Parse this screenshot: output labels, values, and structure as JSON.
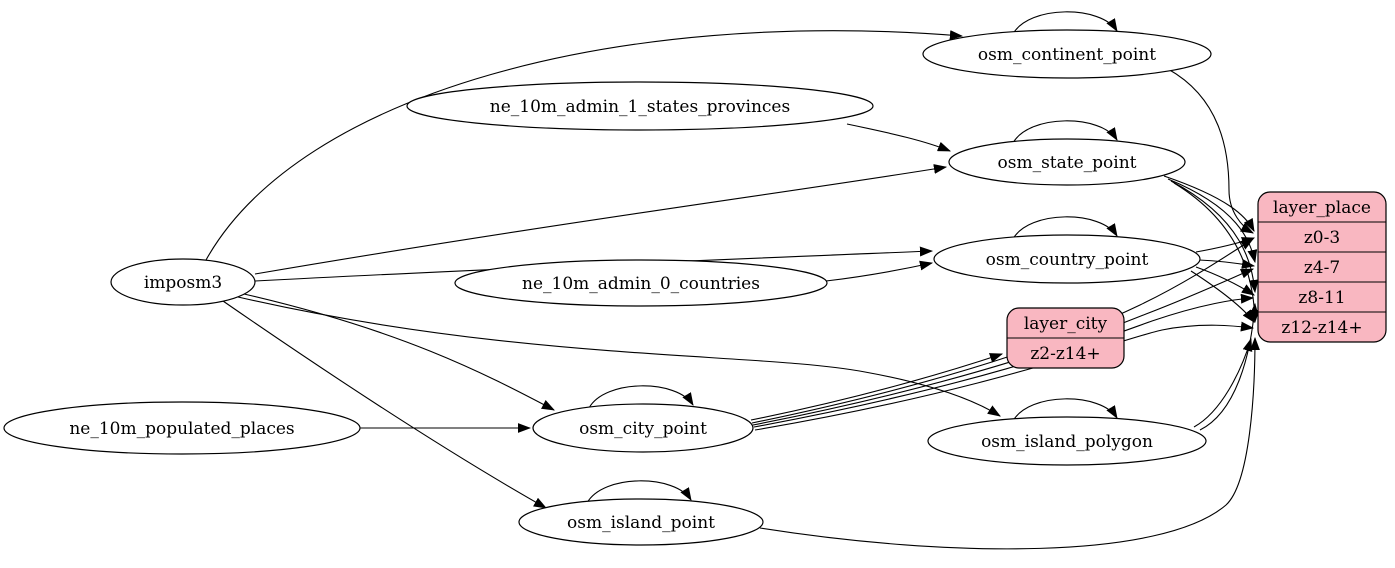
{
  "diagram": {
    "description": "ETL graph: imposm3 and Natural Earth sources feed OSM place tables which feed map layers",
    "colors": {
      "background": "#ffffff",
      "edge": "#000000",
      "table_fill": "#ffffff",
      "layer_fill": "#f9b7c1",
      "outline": "#000000",
      "text": "#000000"
    },
    "nodes": [
      {
        "id": "imposm3",
        "type": "source-table",
        "label": "imposm3"
      },
      {
        "id": "ne_10m_admin_1_states_provinces",
        "type": "source-table",
        "label": "ne_10m_admin_1_states_provinces"
      },
      {
        "id": "ne_10m_admin_0_countries",
        "type": "source-table",
        "label": "ne_10m_admin_0_countries"
      },
      {
        "id": "ne_10m_populated_places",
        "type": "source-table",
        "label": "ne_10m_populated_places"
      },
      {
        "id": "osm_continent_point",
        "type": "table",
        "label": "osm_continent_point"
      },
      {
        "id": "osm_state_point",
        "type": "table",
        "label": "osm_state_point"
      },
      {
        "id": "osm_country_point",
        "type": "table",
        "label": "osm_country_point"
      },
      {
        "id": "osm_city_point",
        "type": "table",
        "label": "osm_city_point"
      },
      {
        "id": "osm_island_polygon",
        "type": "table",
        "label": "osm_island_polygon"
      },
      {
        "id": "osm_island_point",
        "type": "table",
        "label": "osm_island_point"
      },
      {
        "id": "layer_place",
        "type": "layer-record",
        "label": "layer_place",
        "rows": [
          "z0-3",
          "z4-7",
          "z8-11",
          "z12-z14+"
        ]
      },
      {
        "id": "layer_city",
        "type": "layer-record",
        "label": "layer_city",
        "rows": [
          "z2-z14+"
        ]
      }
    ],
    "edges": [
      {
        "from": "imposm3",
        "to": "osm_continent_point"
      },
      {
        "from": "imposm3",
        "to": "osm_state_point"
      },
      {
        "from": "imposm3",
        "to": "osm_country_point"
      },
      {
        "from": "imposm3",
        "to": "osm_city_point"
      },
      {
        "from": "imposm3",
        "to": "osm_island_polygon"
      },
      {
        "from": "imposm3",
        "to": "osm_island_point"
      },
      {
        "from": "ne_10m_admin_1_states_provinces",
        "to": "osm_state_point"
      },
      {
        "from": "ne_10m_admin_0_countries",
        "to": "osm_country_point"
      },
      {
        "from": "ne_10m_populated_places",
        "to": "osm_city_point"
      },
      {
        "from": "osm_continent_point",
        "to": "osm_continent_point"
      },
      {
        "from": "osm_state_point",
        "to": "osm_state_point"
      },
      {
        "from": "osm_country_point",
        "to": "osm_country_point"
      },
      {
        "from": "osm_city_point",
        "to": "osm_city_point"
      },
      {
        "from": "osm_island_polygon",
        "to": "osm_island_polygon"
      },
      {
        "from": "osm_island_point",
        "to": "osm_island_point"
      },
      {
        "from": "osm_continent_point",
        "to": "layer_place",
        "row": "z0-3"
      },
      {
        "from": "osm_state_point",
        "to": "layer_place",
        "row": "z0-3"
      },
      {
        "from": "osm_state_point",
        "to": "layer_place",
        "row": "z4-7"
      },
      {
        "from": "osm_state_point",
        "to": "layer_place",
        "row": "z8-11"
      },
      {
        "from": "osm_state_point",
        "to": "layer_place",
        "row": "z12-z14+"
      },
      {
        "from": "osm_country_point",
        "to": "layer_place",
        "row": "z0-3"
      },
      {
        "from": "osm_country_point",
        "to": "layer_place",
        "row": "z4-7"
      },
      {
        "from": "osm_country_point",
        "to": "layer_place",
        "row": "z8-11"
      },
      {
        "from": "osm_country_point",
        "to": "layer_place",
        "row": "z12-z14+"
      },
      {
        "from": "osm_city_point",
        "to": "layer_place",
        "row": "z0-3"
      },
      {
        "from": "osm_city_point",
        "to": "layer_place",
        "row": "z4-7"
      },
      {
        "from": "osm_city_point",
        "to": "layer_place",
        "row": "z8-11"
      },
      {
        "from": "osm_city_point",
        "to": "layer_place",
        "row": "z12-z14+"
      },
      {
        "from": "osm_city_point",
        "to": "layer_city",
        "row": "z2-z14+"
      },
      {
        "from": "osm_island_polygon",
        "to": "layer_place",
        "row": "z8-11"
      },
      {
        "from": "osm_island_polygon",
        "to": "layer_place",
        "row": "z12-z14+"
      },
      {
        "from": "osm_island_point",
        "to": "layer_place",
        "row": "z12-z14+"
      }
    ]
  }
}
